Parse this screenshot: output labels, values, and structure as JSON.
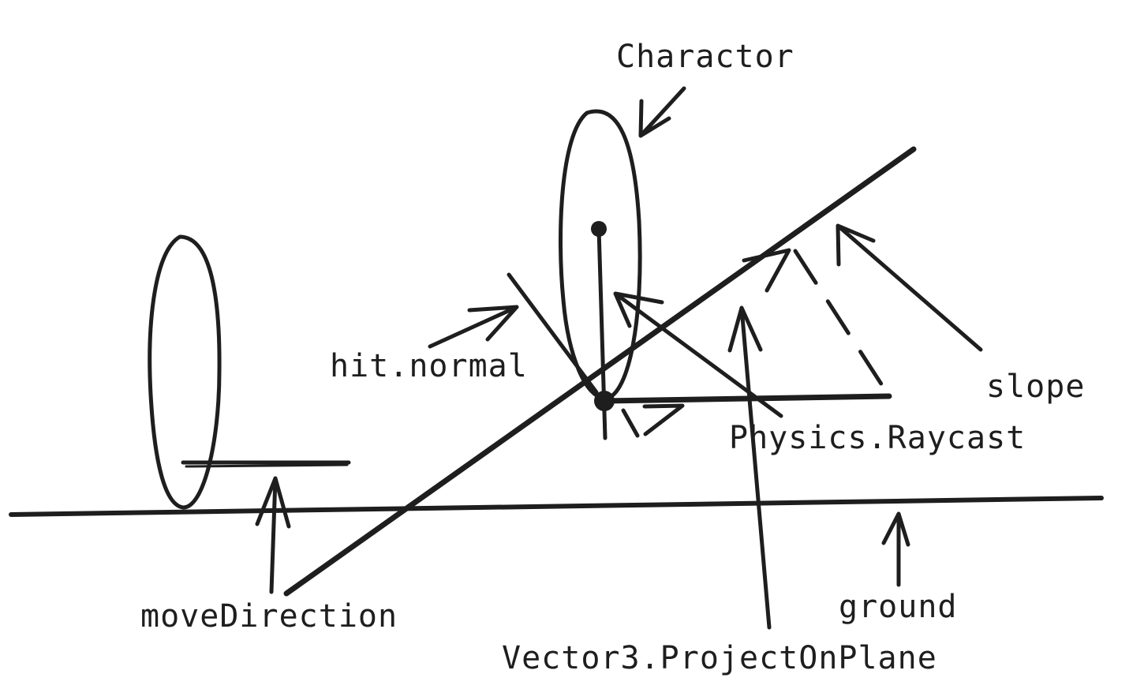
{
  "labels": {
    "charactor": "Charactor",
    "hit_normal": "hit.normal",
    "slope": "slope",
    "physics_raycast": "Physics.Raycast",
    "move_direction": "moveDirection",
    "ground": "ground",
    "project_on_plane": "Vector3.ProjectOnPlane"
  },
  "colors": {
    "ink": "#1e1e1e",
    "background": "#ffffff"
  }
}
